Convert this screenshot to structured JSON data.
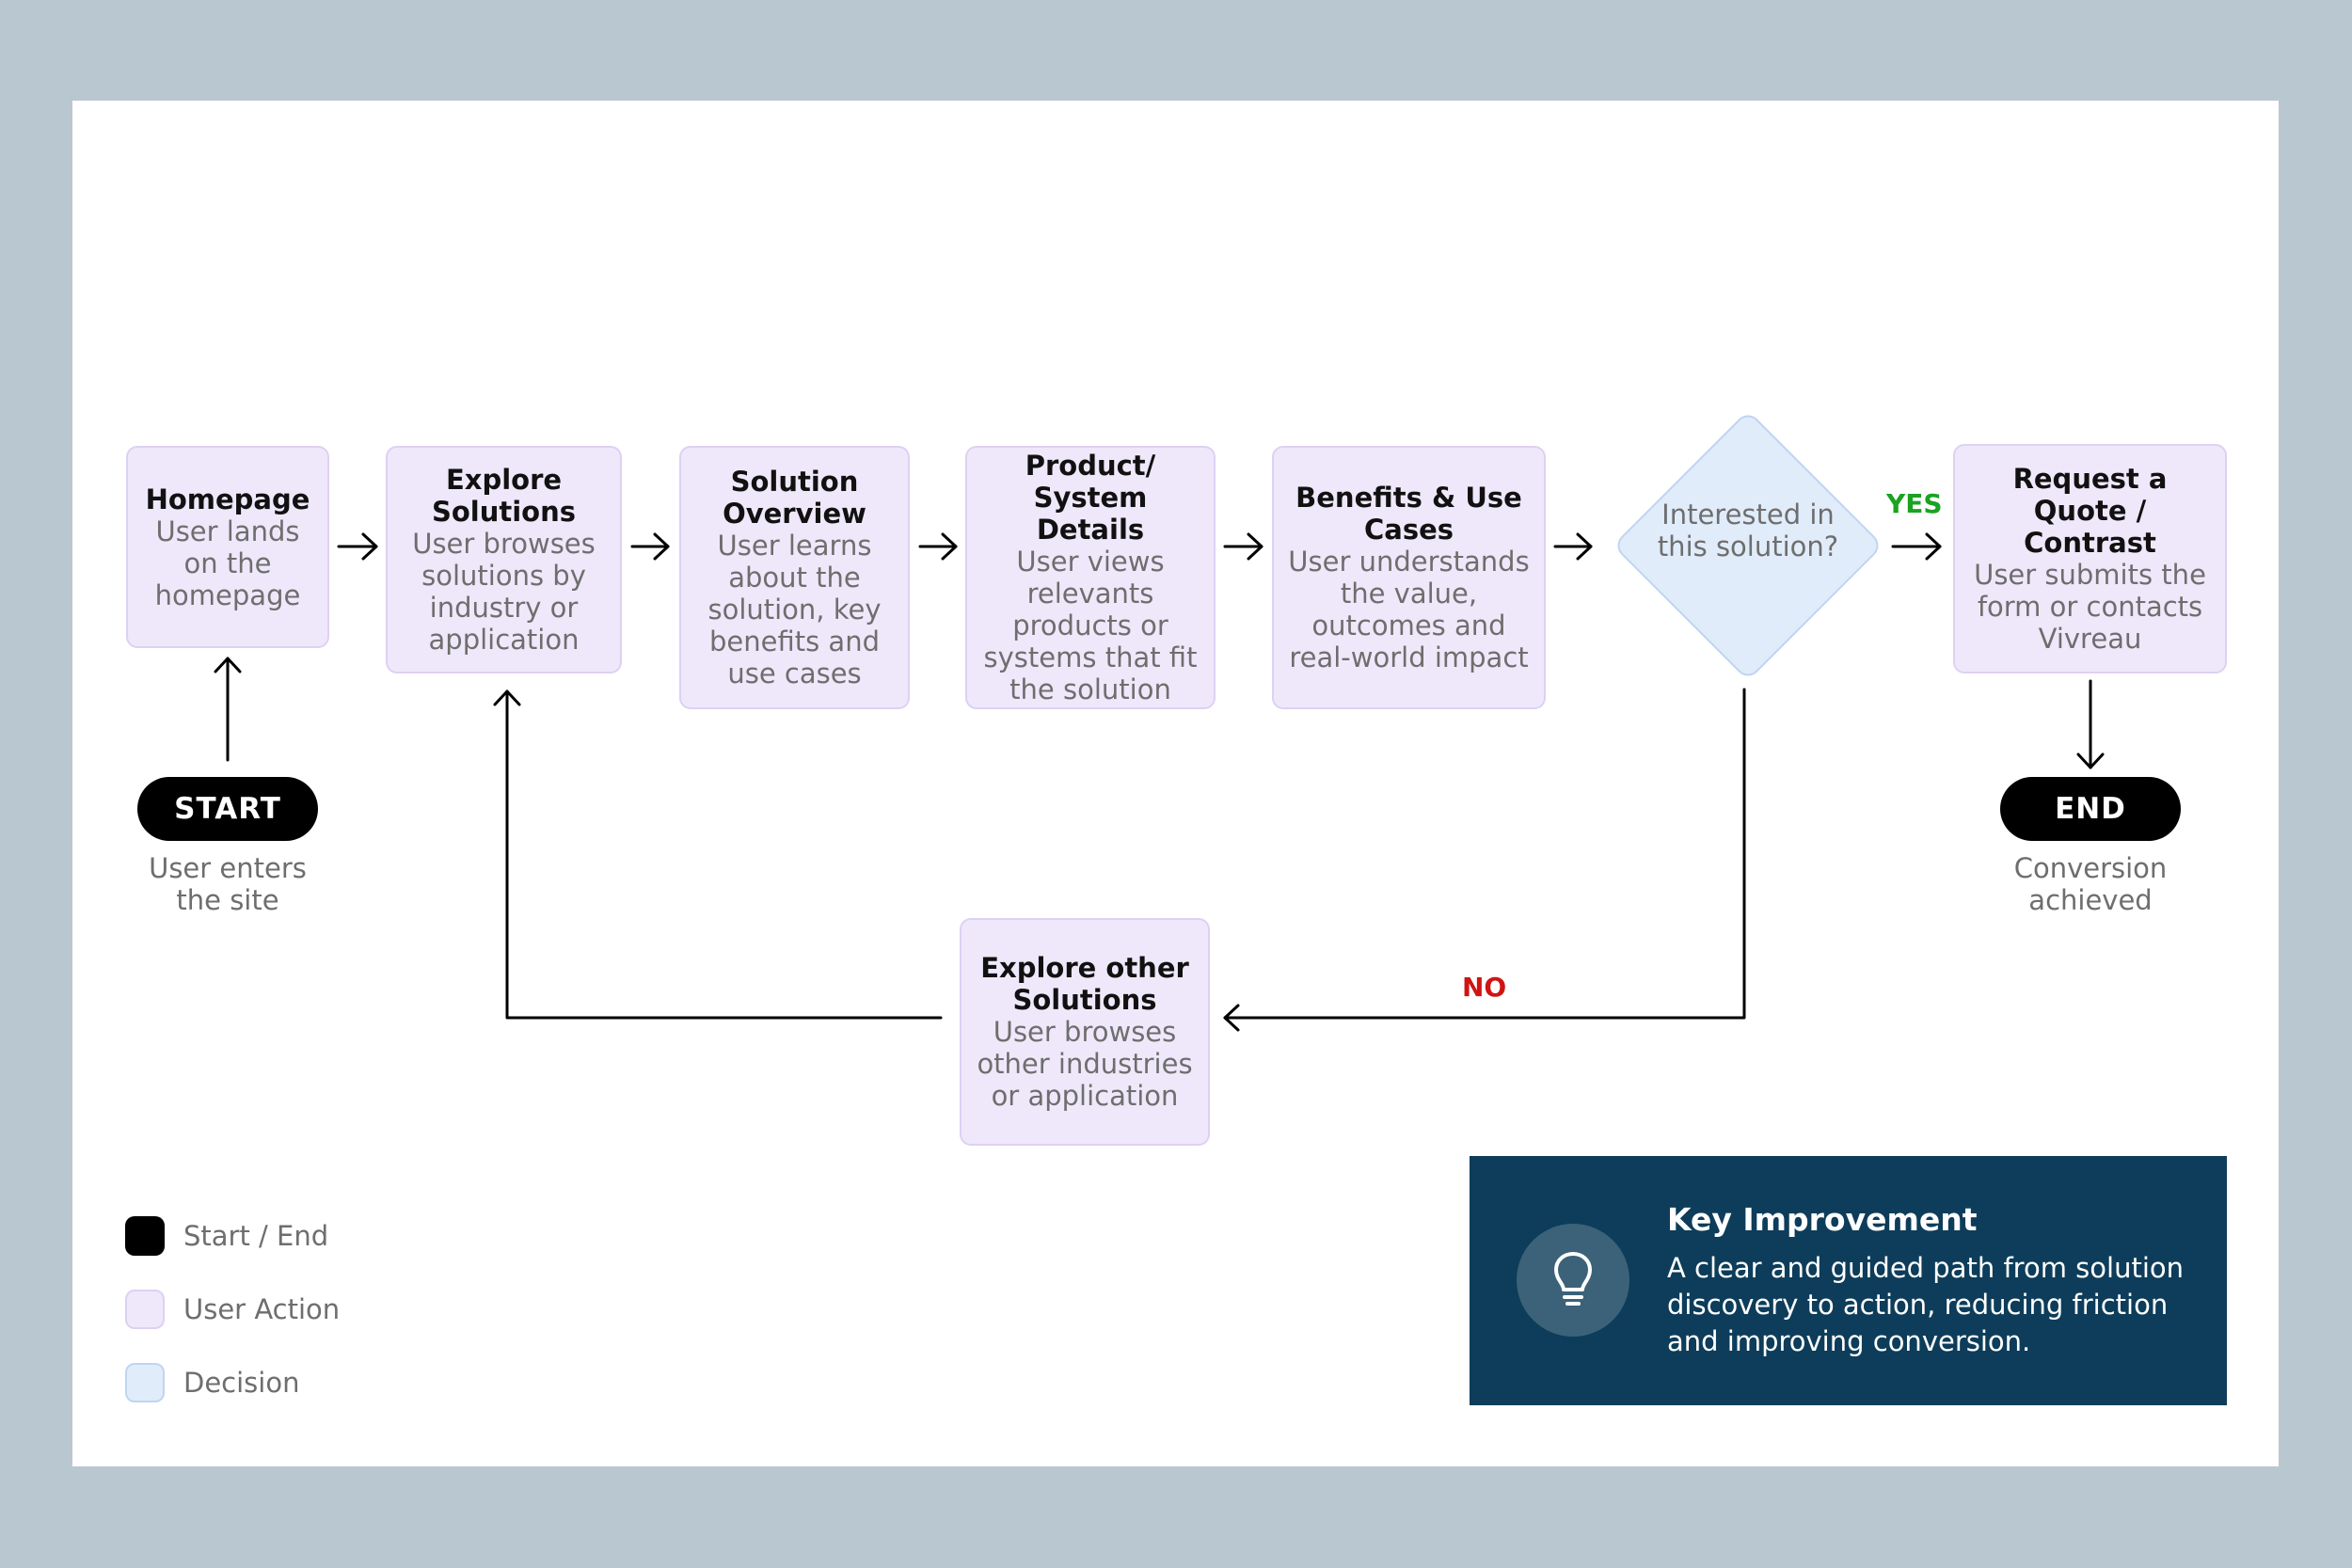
{
  "nodes": {
    "homepage": {
      "title": "Homepage",
      "desc": "User lands on the homepage"
    },
    "explore": {
      "title": "Explore Solutions",
      "desc": "User browses solutions by industry or application"
    },
    "overview": {
      "title": "Solution Overview",
      "desc": "User learns about the solution, key benefits and use cases"
    },
    "product": {
      "title": "Product/ System Details",
      "desc": "User views relevants products or systems that fit the solution"
    },
    "benefits": {
      "title": "Benefits & Use Cases",
      "desc": "User understands the value, outcomes and real-world impact"
    },
    "decision": {
      "text": "Interested in this solution?"
    },
    "quote": {
      "title": "Request a Quote / Contrast",
      "desc": "User submits the form or contacts Vivreau"
    },
    "explore_other": {
      "title": "Explore other Solutions",
      "desc": "User browses other industries or application"
    }
  },
  "start": {
    "label": "START",
    "caption": "User enters the site"
  },
  "end": {
    "label": "END",
    "caption": "Conversion achieved"
  },
  "edge_labels": {
    "yes": "YES",
    "no": "NO"
  },
  "legend": [
    {
      "label": "Start / End"
    },
    {
      "label": "User Action"
    },
    {
      "label": "Decision"
    }
  ],
  "key_improvement": {
    "title": "Key Improvement",
    "text": "A clear and guided path from solution discovery to action, reducing friction and improving conversion.",
    "icon": "lightbulb-icon"
  },
  "colors": {
    "action_fill": "#efe8fb",
    "decision_fill": "#e1ecfb",
    "yes": "#1aa321",
    "no": "#d01414",
    "key_box": "#0d3d5a"
  }
}
